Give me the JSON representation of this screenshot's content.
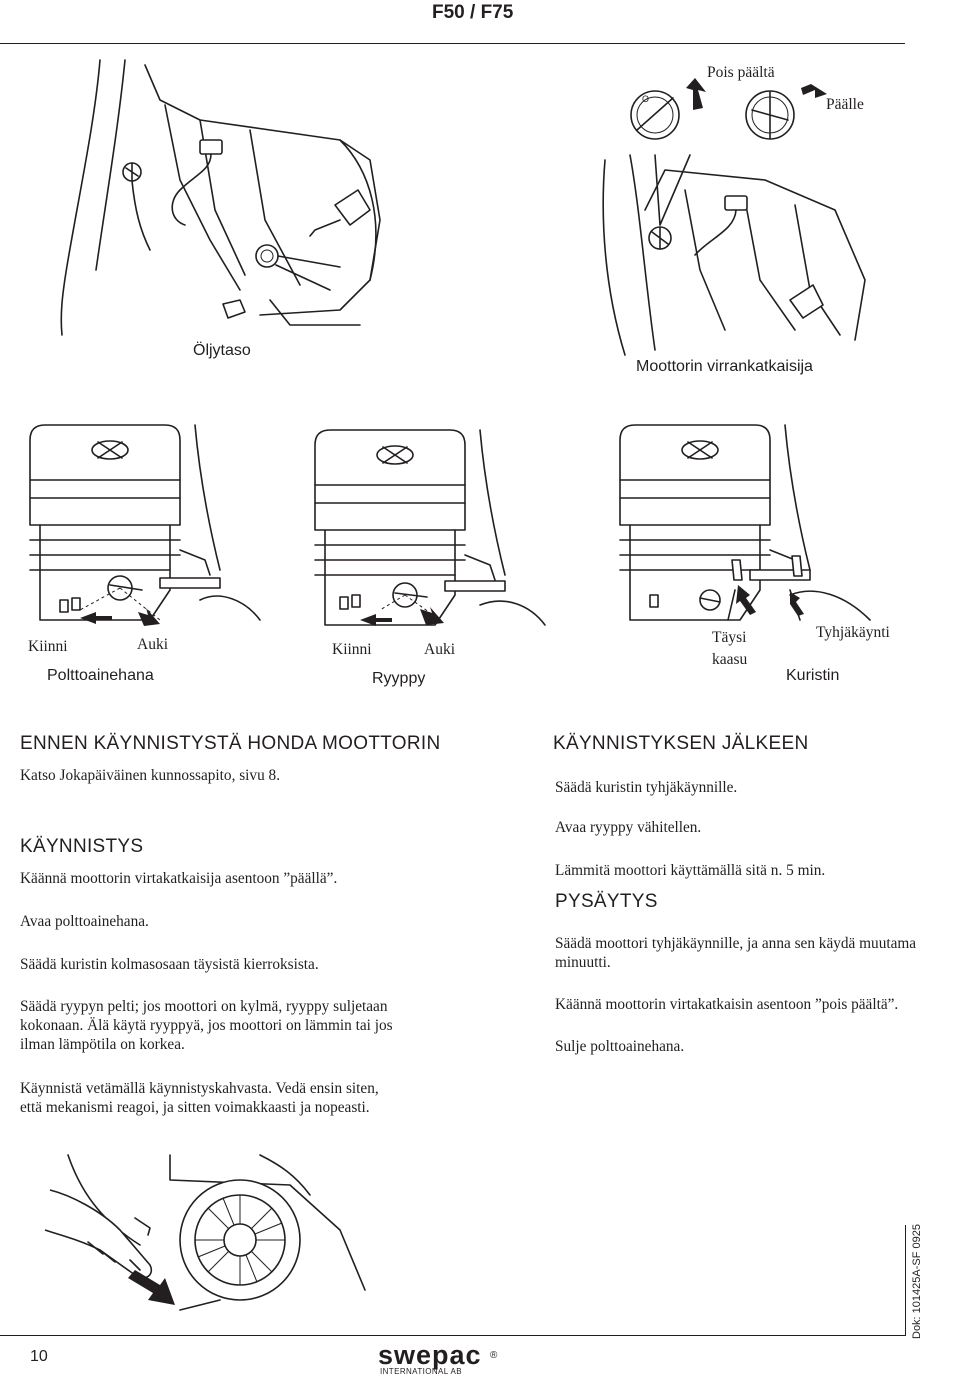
{
  "header": {
    "title": "F50 / F75"
  },
  "figures": {
    "switch": {
      "pois_paalta": "Pois päältä",
      "paalle": "Päälle",
      "oljytaso": "Öljytaso",
      "caption": "Moottorin virrankatkaisija"
    },
    "fuel": {
      "kiinni": "Kiinni",
      "auki": "Auki",
      "caption": "Polttoainehana"
    },
    "choke": {
      "kiinni": "Kiinni",
      "auki": "Auki",
      "caption": "Ryyppy"
    },
    "throttle": {
      "taysi_1": "Täysi",
      "taysi_2": "kaasu",
      "tyhja": "Tyhjäkäynti",
      "caption": "Kuristin"
    }
  },
  "left": {
    "h1": "ENNEN KÄYNNISTYSTÄ HONDA MOOTTORIN",
    "p1": "Katso Jokapäiväinen kunnossapito, sivu 8.",
    "h2": "KÄYNNISTYS",
    "p2": "Käännä moottorin virtakatkaisija asentoon ”päällä”.",
    "p3": "Avaa polttoainehana.",
    "p4": "Säädä kuristin kolmasosaan täysistä kierroksista.",
    "p5_1": "Säädä ryypyn pelti; jos moottori on kylmä, ryyppy suljetaan",
    "p5_2": "kokonaan. Älä käytä ryyppyä, jos moottori on lämmin tai jos",
    "p5_3": "ilman lämpötila on korkea.",
    "p6_1": "Käynnistä vetämällä käynnistyskahvasta. Vedä ensin siten,",
    "p6_2": "että mekanismi reagoi, ja sitten voimakkaasti ja nopeasti."
  },
  "right": {
    "h1": "KÄYNNISTYKSEN JÄLKEEN",
    "p1": "Säädä kuristin tyhjäkäynnille.",
    "p2": "Avaa ryyppy vähitellen.",
    "p3": "Lämmitä moottori käyttämällä sitä n. 5 min.",
    "h2": "PYSÄYTYS",
    "p4_1": "Säädä moottori tyhjäkäynnille, ja anna sen käydä muutama",
    "p4_2": "minuutti.",
    "p5": "Käännä moottorin virtakatkaisin asentoon ”pois päältä”.",
    "p6": "Sulje polttoainehana."
  },
  "footer": {
    "page": "10",
    "doc": "Dok: 101425A-SF  0925",
    "brand": "swepac",
    "brand_sub": "INTERNATIONAL AB",
    "reg": "®"
  }
}
